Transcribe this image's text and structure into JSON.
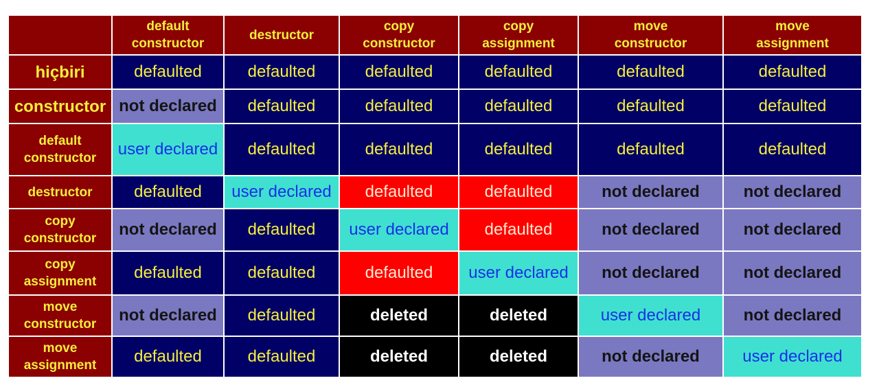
{
  "colors": {
    "header_bg": "#8b0000",
    "header_text": "#f6ee3c",
    "defaulted_bg": "#000066",
    "defaulted_text": "#f6ee3c",
    "not_declared_bg": "#7b78c2",
    "user_declared_bg": "#40e0d0",
    "user_declared_text": "#1830e8",
    "highlight_red_bg": "#ff0000",
    "deleted_bg": "#000000",
    "deleted_text": "#ffffff"
  },
  "columns": [
    {
      "line1": "default",
      "line2": "constructor"
    },
    {
      "line1": "destructor",
      "line2": ""
    },
    {
      "line1": "copy",
      "line2": "constructor"
    },
    {
      "line1": "copy",
      "line2": "assignment"
    },
    {
      "line1": "move",
      "line2": "constructor"
    },
    {
      "line1": "move",
      "line2": "assignment"
    }
  ],
  "rows": [
    {
      "line1": "hiçbiri",
      "line2": "",
      "cells": [
        {
          "text": "defaulted",
          "kind": "defaulted"
        },
        {
          "text": "defaulted",
          "kind": "defaulted"
        },
        {
          "text": "defaulted",
          "kind": "defaulted"
        },
        {
          "text": "defaulted",
          "kind": "defaulted"
        },
        {
          "text": "defaulted",
          "kind": "defaulted"
        },
        {
          "text": "defaulted",
          "kind": "defaulted"
        }
      ]
    },
    {
      "line1": "constructor",
      "line2": "",
      "cells": [
        {
          "text": "not declared",
          "kind": "notdeclared"
        },
        {
          "text": "defaulted",
          "kind": "defaulted"
        },
        {
          "text": "defaulted",
          "kind": "defaulted"
        },
        {
          "text": "defaulted",
          "kind": "defaulted"
        },
        {
          "text": "defaulted",
          "kind": "defaulted"
        },
        {
          "text": "defaulted",
          "kind": "defaulted"
        }
      ]
    },
    {
      "line1": "default",
      "line2": "constructor",
      "cells": [
        {
          "text": "user declared",
          "kind": "userdeclared"
        },
        {
          "text": "defaulted",
          "kind": "defaulted"
        },
        {
          "text": "defaulted",
          "kind": "defaulted"
        },
        {
          "text": "defaulted",
          "kind": "defaulted"
        },
        {
          "text": "defaulted",
          "kind": "defaulted"
        },
        {
          "text": "defaulted",
          "kind": "defaulted"
        }
      ]
    },
    {
      "line1": "destructor",
      "line2": "",
      "cells": [
        {
          "text": "defaulted",
          "kind": "defaulted"
        },
        {
          "text": "user declared",
          "kind": "userdeclared"
        },
        {
          "text": "defaulted",
          "kind": "defaulted-red"
        },
        {
          "text": "defaulted",
          "kind": "defaulted-red"
        },
        {
          "text": "not declared",
          "kind": "notdeclared"
        },
        {
          "text": "not declared",
          "kind": "notdeclared"
        }
      ]
    },
    {
      "line1": "copy",
      "line2": "constructor",
      "cells": [
        {
          "text": "not declared",
          "kind": "notdeclared"
        },
        {
          "text": "defaulted",
          "kind": "defaulted"
        },
        {
          "text": "user declared",
          "kind": "userdeclared"
        },
        {
          "text": "defaulted",
          "kind": "defaulted-red"
        },
        {
          "text": "not declared",
          "kind": "notdeclared"
        },
        {
          "text": "not declared",
          "kind": "notdeclared"
        }
      ]
    },
    {
      "line1": "copy",
      "line2": "assignment",
      "cells": [
        {
          "text": "defaulted",
          "kind": "defaulted"
        },
        {
          "text": "defaulted",
          "kind": "defaulted"
        },
        {
          "text": "defaulted",
          "kind": "defaulted-red"
        },
        {
          "text": "user declared",
          "kind": "userdeclared"
        },
        {
          "text": "not declared",
          "kind": "notdeclared"
        },
        {
          "text": "not declared",
          "kind": "notdeclared"
        }
      ]
    },
    {
      "line1": "move",
      "line2": "constructor",
      "cells": [
        {
          "text": "not declared",
          "kind": "notdeclared"
        },
        {
          "text": "defaulted",
          "kind": "defaulted"
        },
        {
          "text": "deleted",
          "kind": "deleted"
        },
        {
          "text": "deleted",
          "kind": "deleted"
        },
        {
          "text": "user declared",
          "kind": "userdeclared"
        },
        {
          "text": "not declared",
          "kind": "notdeclared"
        }
      ]
    },
    {
      "line1": "move",
      "line2": "assignment",
      "cells": [
        {
          "text": "defaulted",
          "kind": "defaulted"
        },
        {
          "text": "defaulted",
          "kind": "defaulted"
        },
        {
          "text": "deleted",
          "kind": "deleted"
        },
        {
          "text": "deleted",
          "kind": "deleted"
        },
        {
          "text": "not declared",
          "kind": "notdeclared"
        },
        {
          "text": "user declared",
          "kind": "userdeclared"
        }
      ]
    }
  ]
}
